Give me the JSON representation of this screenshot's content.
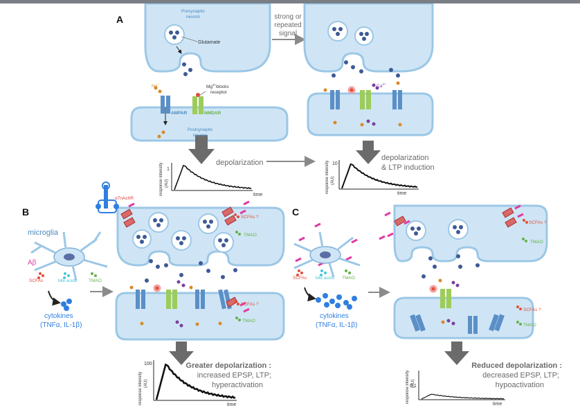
{
  "panels": {
    "a": "A",
    "b": "B",
    "c": "C"
  },
  "labels": {
    "presynaptic": [
      "Presynaptic",
      "neuron"
    ],
    "postsynaptic": [
      "Postsynaptic",
      "neuron"
    ],
    "glutamate": "Glutamate",
    "na": "Na",
    "na_sup": "+",
    "mg_line1": "blocks",
    "mg_prefix": "Mg",
    "mg_sup": "2+",
    "mg_line2": "receptor",
    "ampar": "AMPAR",
    "nmdar": "NMDAR",
    "ca": "Ca",
    "ca_sup": "2+",
    "strong_signal": [
      "strong or",
      "repeated",
      "signal"
    ],
    "depolarization": "depolarization",
    "depol_ltp": [
      "depolarization",
      "& LTP induction"
    ],
    "microglia": "microglia",
    "abeta": "Aβ",
    "scfas": "SCFAs",
    "scfas_q": "SCFAs ?",
    "bile_acids": "bile acids",
    "tmao": "TMAO",
    "a7nachr": "α7nAchR",
    "cytokines": [
      "cytokines",
      "(TNFα, IL-1β)"
    ],
    "greater": [
      "Greater depolarization :",
      "increased EPSP, LTP;",
      "hyperactivation"
    ],
    "reduced": [
      "Reduced depolarization :",
      "decreased EPSP, LTP;",
      "hypoactivation"
    ]
  },
  "charts": [
    {
      "id": "A1",
      "ylabel": [
        "response intensity",
        "(AU)"
      ],
      "xlabel": "time",
      "ytick": "1",
      "peak": 1.0
    },
    {
      "id": "A2",
      "ylabel": [
        "response intensity",
        "(AU)"
      ],
      "xlabel": "time",
      "ytick": "10",
      "peak": 1.0
    },
    {
      "id": "B",
      "ylabel": [
        "response intensity",
        "(AU)"
      ],
      "xlabel": "time",
      "ytick": "100",
      "peak": 1.0
    },
    {
      "id": "C",
      "ylabel": [
        "response intensity",
        "(AU)"
      ],
      "xlabel": "time",
      "ytick": "0.1",
      "peak": 0.35
    }
  ],
  "colors": {
    "membrane": "#cfe5f5",
    "membrane_edge": "#9cc7e6",
    "vesicle": "#3d5a96",
    "ampar": "#5b8fc7",
    "nmdar": "#9ccc5a",
    "arrow": "#6b6b6b",
    "scfa": "#e0503a",
    "bile": "#4ac4dc",
    "tmao": "#66b04a",
    "abeta": "#e03aa5",
    "cytokine": "#2f7fe0",
    "na": "#d88a2a",
    "ca": "#7a3fa0"
  }
}
